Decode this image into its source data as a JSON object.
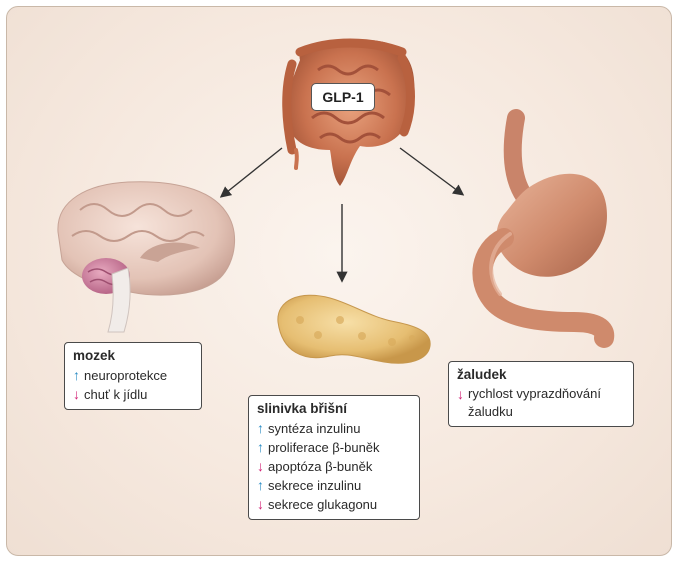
{
  "center_label": "GLP-1",
  "organs": {
    "brain": {
      "title": "mozek",
      "effects": [
        {
          "dir": "up",
          "arrow": "↑",
          "text": "neuroprotekce"
        },
        {
          "dir": "down",
          "arrow": "↓",
          "text": "chuť k jídlu"
        }
      ]
    },
    "pancreas": {
      "title": "slinivka břišní",
      "effects": [
        {
          "dir": "up",
          "arrow": "↑",
          "text": "syntéza inzulinu"
        },
        {
          "dir": "up",
          "arrow": "↑",
          "text": "proliferace β-buněk"
        },
        {
          "dir": "down",
          "arrow": "↓",
          "text": "apoptóza β-buněk"
        },
        {
          "dir": "up",
          "arrow": "↑",
          "text": "sekrece inzulinu"
        },
        {
          "dir": "down",
          "arrow": "↓",
          "text": "sekrece glukagonu"
        }
      ]
    },
    "stomach": {
      "title": "žaludek",
      "effects": [
        {
          "dir": "down",
          "arrow": "↓",
          "text": "rychlost vyprazdňování žaludku"
        }
      ]
    }
  },
  "colors": {
    "increase": "#2b8cc4",
    "decrease": "#d21f74"
  }
}
